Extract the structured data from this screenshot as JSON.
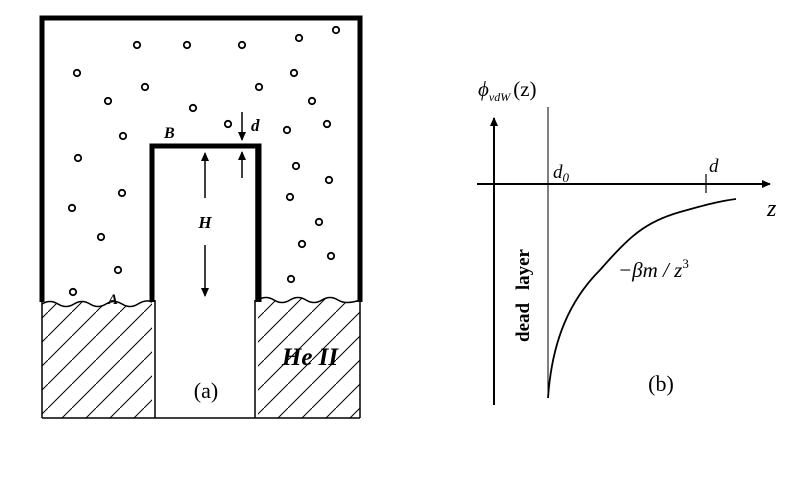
{
  "panel_a": {
    "label": "(a)",
    "point_a": "A",
    "point_b": "B",
    "height_label": "H",
    "film_label": "d",
    "liquid_label": "He II"
  },
  "panel_b": {
    "label": "(b)",
    "y_axis_label": {
      "main": "ϕ",
      "sub": "vdW",
      "arg": "(z)"
    },
    "x_axis_label": "z",
    "tick_d0": {
      "main": "d",
      "sub": "0"
    },
    "tick_d": "d",
    "curve_label": {
      "main": "−βm / z",
      "sup": "3"
    },
    "region_label": "dead layer"
  },
  "colors": {
    "ink": "#000000",
    "background": "#ffffff"
  }
}
